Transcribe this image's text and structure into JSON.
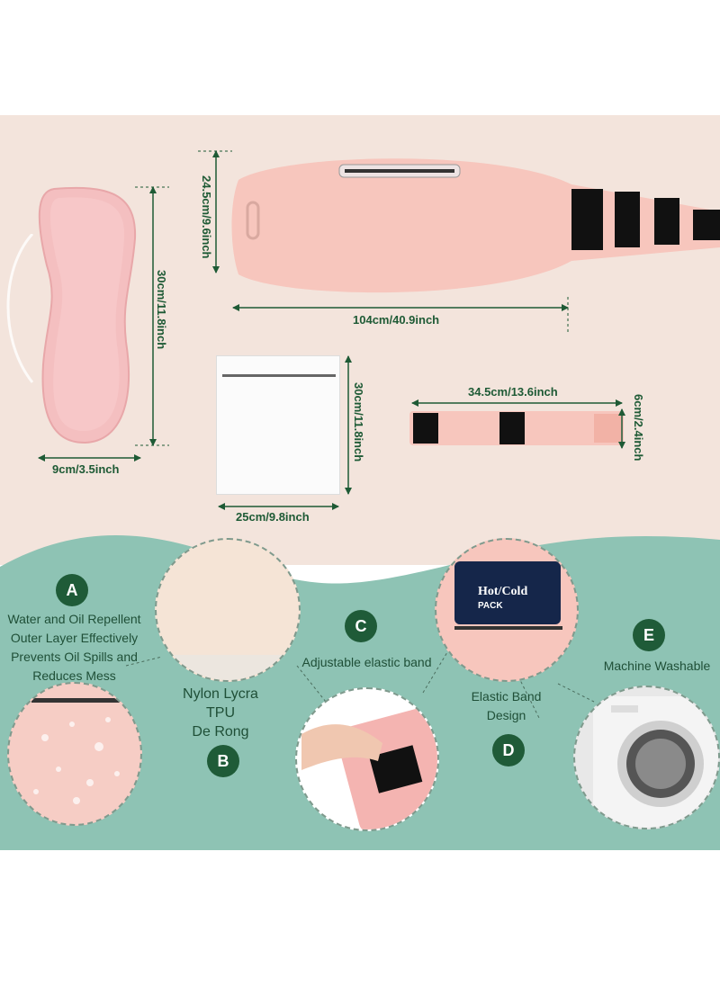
{
  "dimensions": {
    "belt_height": "24.5cm/9.6inch",
    "belt_width": "104cm/40.9inch",
    "pad_height": "30cm/11.8inch",
    "pad_width": "9cm/3.5inch",
    "bag_height": "30cm/11.8inch",
    "bag_width": "25cm/9.8inch",
    "band_length": "34.5cm/13.6inch",
    "band_width": "6cm/2.4inch"
  },
  "features": {
    "a": {
      "letter": "A",
      "text": "Water and Oil Repellent Outer Layer Effectively Prevents Oil Spills and Reduces Mess"
    },
    "b": {
      "letter": "B",
      "text": "Nylon Lycra\nTPU\nDe Rong"
    },
    "c": {
      "letter": "C",
      "text": "Adjustable elastic band"
    },
    "d": {
      "letter": "D",
      "text": "Elastic Band\nDesign"
    },
    "e": {
      "letter": "E",
      "text": "Machine Washable"
    }
  },
  "pack": {
    "line1": "Hot/Cold",
    "line2": "PACK"
  },
  "colors": {
    "peach_bg": "#f3e4dc",
    "teal_bg": "#8ec3b4",
    "badge": "#1f5b38",
    "pink": "#f7c6bd"
  }
}
